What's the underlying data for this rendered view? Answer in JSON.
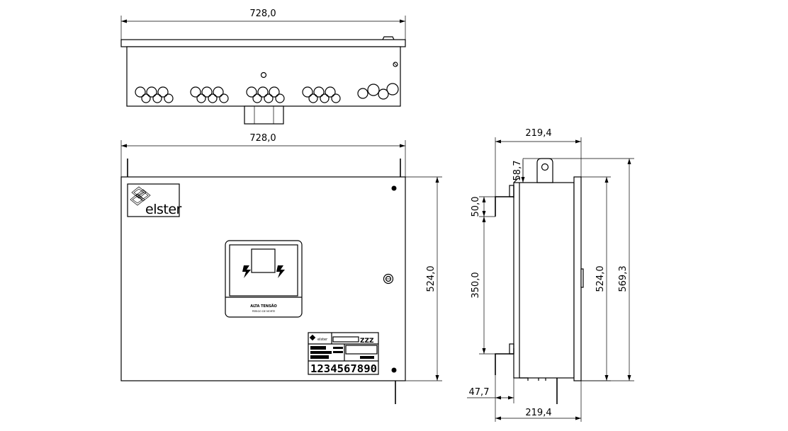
{
  "dimensions": {
    "top_width": "728,0",
    "front_width": "728,0",
    "front_height": "524,0",
    "side_depth_top": "219,4",
    "side_depth_bottom": "219,4",
    "side_offset_top": "58,7",
    "side_offset_upper": "50,0",
    "side_mount_spacing": "350,0",
    "side_offset_bottom": "47,7",
    "side_body_height": "524,0",
    "side_total_height": "569,3"
  },
  "labels": {
    "brand": "elster",
    "warning_title": "ALTA TENSÃO",
    "warning_sub": "PERIGO DE MORTE",
    "serial_number": "1234567890",
    "plate_code": "ZZZ"
  }
}
